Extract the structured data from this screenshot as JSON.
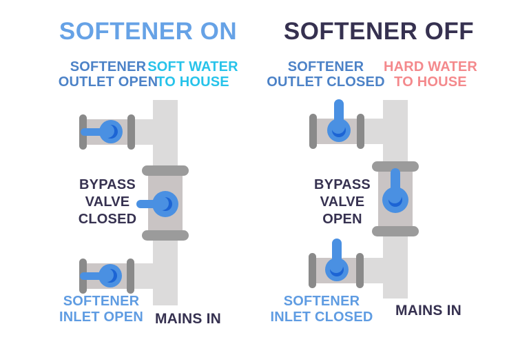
{
  "figure": {
    "type": "infographic-diagram",
    "subject": "Water softener bypass valve positions: softener on vs softener off"
  },
  "colors": {
    "title_on": "#66A2E6",
    "title_off": "#363150",
    "outlet_label_blue": "#4C82C7",
    "inlet_label_blue": "#5F9CE2",
    "soft_water_cyan": "#27C3EA",
    "hard_water_salmon": "#F4898C",
    "dark_text": "#363150",
    "pipe_light_gray": "#DCDBDB",
    "pipe_mid_gray": "#CBC6C6",
    "flange_gray": "#8A8A8A",
    "valve_blue": "#4A90E2",
    "valve_dark_blue": "#1C64D4"
  },
  "panels": [
    {
      "id": "softener-on",
      "title": "SOFTENER ON",
      "outlet_label": {
        "line1": "SOFTENER",
        "line2": "OUTLET OPEN"
      },
      "water_label": {
        "line1": "SOFT WATER",
        "line2": "TO HOUSE"
      },
      "bypass_label": {
        "line1": "BYPASS",
        "line2": "VALVE",
        "line3": "CLOSED"
      },
      "inlet_label": {
        "line1": "SOFTENER",
        "line2": "INLET OPEN"
      },
      "mains_label": "MAINS IN",
      "valve_states": {
        "softener_outlet": "open",
        "bypass_valve": "closed",
        "softener_inlet": "open"
      },
      "handle_orientation": "horizontal-left"
    },
    {
      "id": "softener-off",
      "title": "SOFTENER OFF",
      "outlet_label": {
        "line1": "SOFTENER",
        "line2": "OUTLET CLOSED"
      },
      "water_label": {
        "line1": "HARD WATER",
        "line2": "TO HOUSE"
      },
      "bypass_label": {
        "line1": "BYPASS",
        "line2": "VALVE",
        "line3": "OPEN"
      },
      "inlet_label": {
        "line1": "SOFTENER",
        "line2": "INLET CLOSED"
      },
      "mains_label": "MAINS IN",
      "valve_states": {
        "softener_outlet": "closed",
        "bypass_valve": "open",
        "softener_inlet": "closed"
      },
      "handle_orientation": "vertical-up"
    }
  ]
}
